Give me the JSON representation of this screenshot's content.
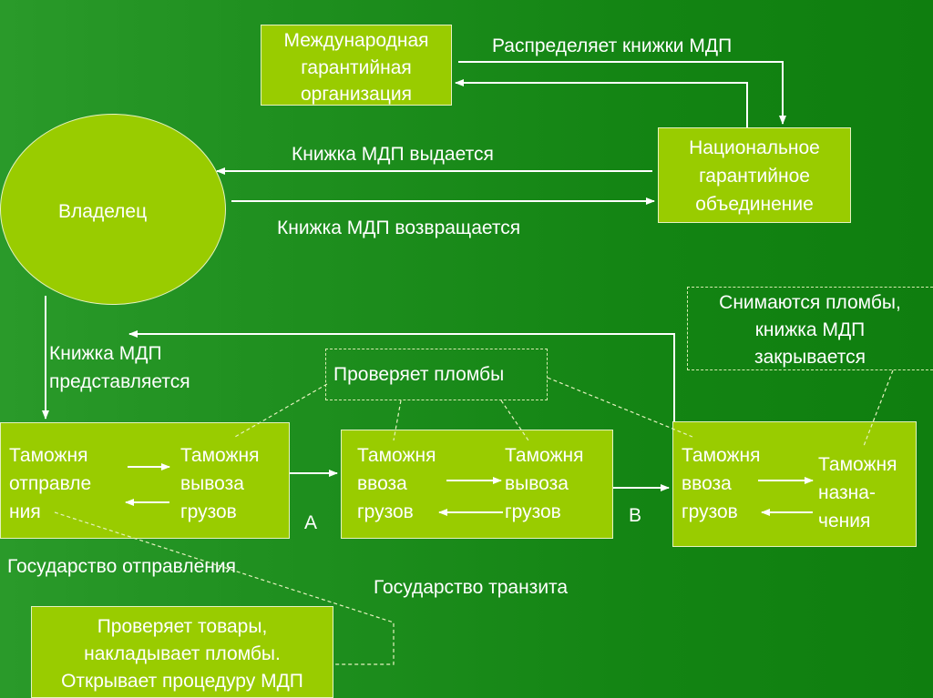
{
  "org": {
    "line1": "Международная",
    "line2": "гарантийная",
    "line3": "организация"
  },
  "distributes": "Распределяет книжки МДП",
  "national": {
    "line1": "Национальное",
    "line2": "гарантийное",
    "line3": "объединение"
  },
  "owner": "Владелец",
  "issued": "Книжка МДП выдается",
  "returned": "Книжка МДП возвращается",
  "presented": {
    "line1": "Книжка МДП",
    "line2": "представляется"
  },
  "checks_seals": "Проверяет пломбы",
  "removed": {
    "line1": "Снимаются пломбы,",
    "line2": "книжка МДП",
    "line3": "закрывается"
  },
  "box1": {
    "left": {
      "line1": "Таможня",
      "line2": "отправле",
      "line3": "ния"
    },
    "right": {
      "line1": "Таможня",
      "line2": "вывоза",
      "line3": "грузов"
    }
  },
  "box2": {
    "left": {
      "line1": "Таможня",
      "line2": "ввоза",
      "line3": "грузов"
    },
    "right": {
      "line1": "Таможня",
      "line2": "вывоза",
      "line3": "грузов"
    }
  },
  "box3": {
    "left": {
      "line1": "Таможня",
      "line2": "ввоза",
      "line3": "грузов"
    },
    "right": {
      "line1": "Таможня",
      "line2": "назна-",
      "line3": "чения"
    }
  },
  "label_a": "А",
  "label_b": "В",
  "state_departure": "Государство отправления",
  "state_transit": "Государство транзита",
  "bottom": {
    "line1": "Проверяет товары,",
    "line2": "накладывает пломбы.",
    "line3": "Открывает процедуру МДП"
  }
}
